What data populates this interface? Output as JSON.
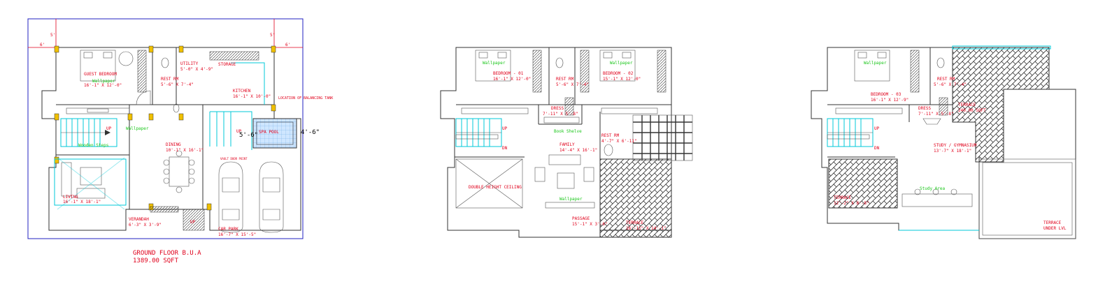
{
  "ground_floor": {
    "title": "GROUND FLOOR B.U.A",
    "area": "1389.00 SQFT",
    "setback_left": "6'",
    "setback_right": "6'",
    "setback_top_left": "5'",
    "setback_top_right": "5'",
    "rooms": {
      "guest_bedroom": "GUEST BEDROOM",
      "guest_bedroom_dim": "16'-1\" X 12'-0\"",
      "wallpaper_1": "Wallpaper",
      "rest_rm": "REST RM",
      "rest_rm_dim": "5'-6\" X 7'-4\"",
      "utility": "UTILITY",
      "utility_dim": "5'-0\" X 4'-9\"",
      "storage": "STORAGE",
      "kitchen": "KITCHEN",
      "kitchen_dim": "16'-1\" X 10'-0\"",
      "balancing_tank": "LOCATION OF BALANCING TANK",
      "wallpaper_2": "Wallpaper",
      "wooden_steps": "Wooden Steps",
      "up_1": "UP",
      "up_2": "UP",
      "dining": "DINING",
      "dining_dim": "10'-1\" X 16'-1\"",
      "spa_pool": "SPA POOL",
      "pool_dim_a": "5'-6\"",
      "pool_dim_b": "4'-6\"",
      "living": "LIVING",
      "living_dim": "16'-1\" X 18'-1\"",
      "verandah": "VERANDAH",
      "verandah_dim": "6'-3\" X 3'-9\"",
      "up_3": "UP",
      "car_park": "CAR PARK",
      "car_park_dim": "16'-7\" X 15'-5\"",
      "vault_note": "VAULT DOOR POINT"
    }
  },
  "first_floor": {
    "rooms": {
      "bedroom_01": "BEDROOM - 01",
      "bedroom_01_dim": "16'-1\" X 12'-0\"",
      "wallpaper_a": "Wallpaper",
      "rest_rm_a": "REST RM",
      "rest_rm_a_dim": "5'-6\" X 7'-4\"",
      "bedroom_02": "BEDROOM - 02",
      "bedroom_02_dim": "15'-1\" X 12'-0\"",
      "wallpaper_b": "Wallpaper",
      "dress": "DRESS",
      "dress_dim": "7'-11\" X 5'-8\"",
      "book_shelve": "Book Shelve",
      "rest_rm_b": "REST RM",
      "rest_rm_b_dim": "4'-7\" X 6'-11\"",
      "up": "UP",
      "dn": "DN",
      "family": "FAMILY",
      "family_dim": "14'-4\" X 16'-1\"",
      "double_height": "DOUBLE HEIGHT CEILING",
      "wallpaper_c": "Wallpaper",
      "passage": "PASSAGE",
      "passage_dim": "15'-1\" X 3'-6\"",
      "terrace": "TERRACE",
      "terrace_dim": "16'-11\" X 14'-1\""
    }
  },
  "second_floor": {
    "rooms": {
      "wallpaper": "Wallpaper",
      "bedroom_03": "BEDROOM - 03",
      "bedroom_03_dim": "16'-1\" X 12'-9\"",
      "rest_rm": "REST RM",
      "rest_rm_dim": "5'-6\" X 7'-4\"",
      "dress": "DRESS",
      "dress_dim": "7'-11\" X 5'-8\"",
      "terrace_top": "TERRACE",
      "terrace_top_area": "240.00 SQFT",
      "up": "UP",
      "dn": "DN",
      "study": "STUDY / GYMNASIUM",
      "study_dim": "13'-7\" X 18'-1\"",
      "study_area": "Study Area",
      "terrace_left": "TERRACE",
      "terrace_left_dim": "12'-2\" X 8'-8\"",
      "terrace_under": "TERRACE",
      "terrace_under_2": "UNDER LVL"
    }
  }
}
